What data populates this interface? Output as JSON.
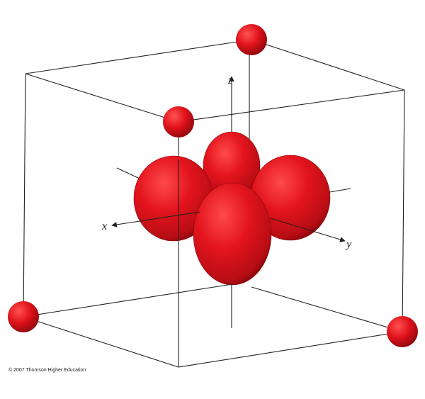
{
  "diagram": {
    "axes": {
      "x": "x",
      "y": "y",
      "z": "z"
    },
    "lobe_color": "#d0131c",
    "ligand_color": "#d0131c",
    "ligand_count": 4,
    "lobe_count": 4
  },
  "footer": {
    "copyright": "© 2007 Thomson Higher Education"
  }
}
